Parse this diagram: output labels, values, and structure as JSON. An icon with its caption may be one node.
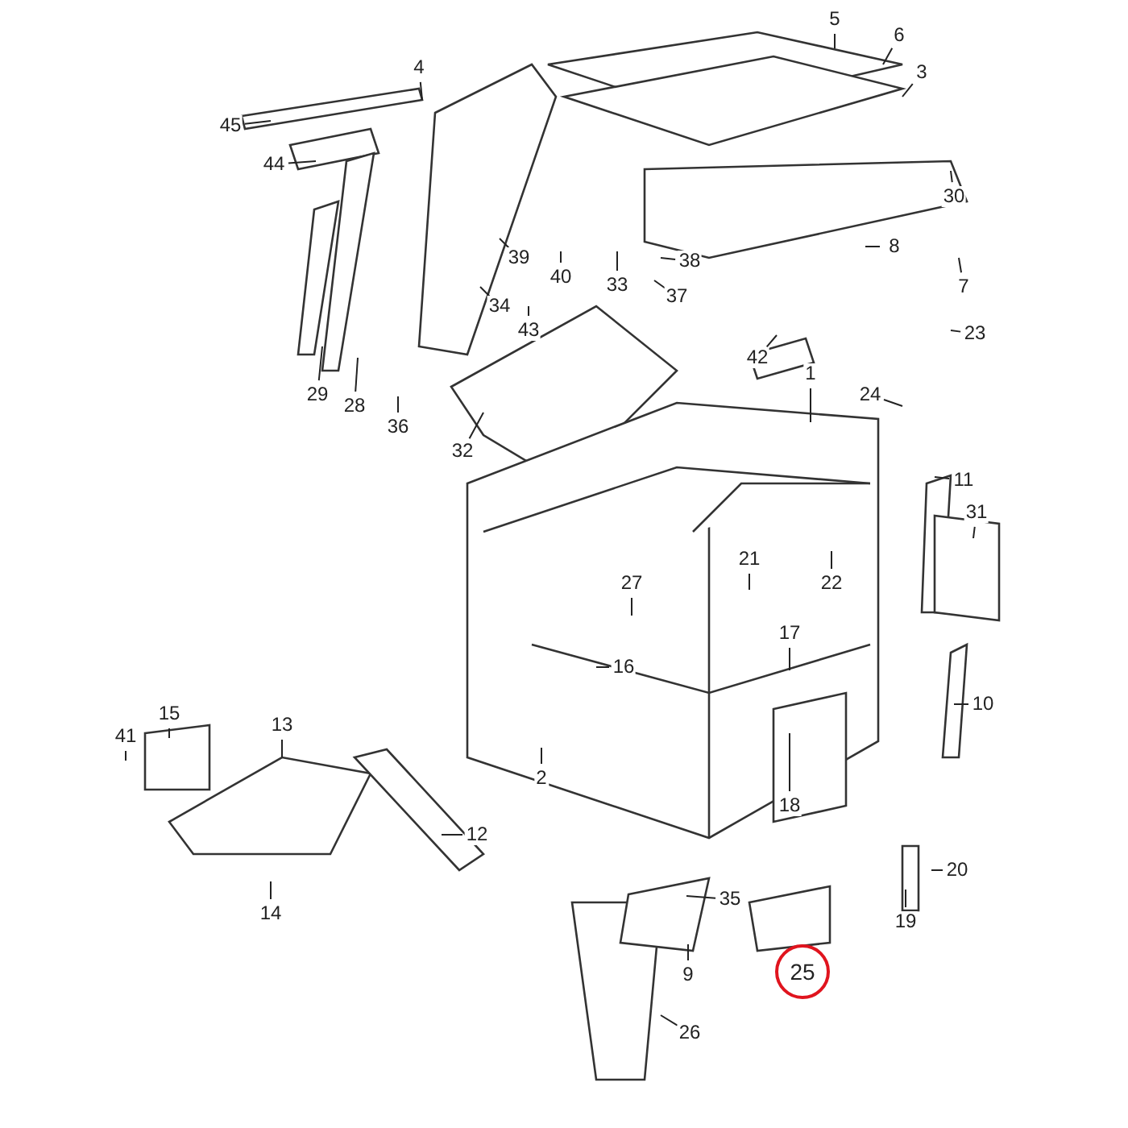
{
  "diagram": {
    "nodes": [
      {
        "text": [
          "5"
        ]
      },
      {
        "text": [
          "6"
        ]
      },
      {
        "text": [
          "3"
        ]
      },
      {
        "text": [
          "4"
        ]
      },
      {
        "text": [
          "45"
        ]
      },
      {
        "text": [
          "44"
        ]
      },
      {
        "text": [
          "30"
        ]
      },
      {
        "text": [
          "8"
        ]
      },
      {
        "text": [
          "39"
        ]
      },
      {
        "text": [
          "38"
        ]
      },
      {
        "text": [
          "40"
        ]
      },
      {
        "text": [
          "33"
        ]
      },
      {
        "text": [
          "37"
        ]
      },
      {
        "text": [
          "7"
        ]
      },
      {
        "text": [
          "34"
        ]
      },
      {
        "text": [
          "43"
        ]
      },
      {
        "text": [
          "42"
        ]
      },
      {
        "text": [
          "23"
        ]
      },
      {
        "text": [
          "29"
        ]
      },
      {
        "text": [
          "28"
        ]
      },
      {
        "text": [
          "36"
        ]
      },
      {
        "text": [
          "32"
        ]
      },
      {
        "text": [
          "1"
        ]
      },
      {
        "text": [
          "24"
        ]
      },
      {
        "text": [
          "11"
        ]
      },
      {
        "text": [
          "31"
        ]
      },
      {
        "text": [
          "21"
        ]
      },
      {
        "text": [
          "22"
        ]
      },
      {
        "text": [
          "27"
        ]
      },
      {
        "text": [
          "16"
        ]
      },
      {
        "text": [
          "17"
        ]
      },
      {
        "text": [
          "10"
        ]
      },
      {
        "text": [
          "15"
        ]
      },
      {
        "text": [
          "13"
        ]
      },
      {
        "text": [
          "41"
        ]
      },
      {
        "text": [
          "2"
        ]
      },
      {
        "text": [
          "18"
        ]
      },
      {
        "text": [
          "12"
        ]
      },
      {
        "text": [
          "35"
        ]
      },
      {
        "text": [
          "20"
        ]
      },
      {
        "text": [
          "19"
        ]
      },
      {
        "text": [
          "14"
        ]
      },
      {
        "text": [
          "9"
        ]
      },
      {
        "text": [
          "25"
        ]
      },
      {
        "text": [
          "26"
        ]
      }
    ],
    "edges": [
      {
        "from": 0,
        "to": null,
        "arrow": "none"
      },
      {
        "from": 1,
        "to": null,
        "arrow": "none"
      },
      {
        "from": 2,
        "to": null,
        "arrow": "none"
      },
      {
        "from": 3,
        "to": null,
        "arrow": "none"
      },
      {
        "from": 4,
        "to": null,
        "arrow": "none"
      },
      {
        "from": 5,
        "to": null,
        "arrow": "none"
      },
      {
        "from": 6,
        "to": null,
        "arrow": "none"
      },
      {
        "from": 7,
        "to": null,
        "arrow": "none"
      },
      {
        "from": 8,
        "to": null,
        "arrow": "none"
      },
      {
        "from": 9,
        "to": null,
        "arrow": "none"
      },
      {
        "from": 10,
        "to": null,
        "arrow": "none"
      },
      {
        "from": 11,
        "to": null,
        "arrow": "none"
      },
      {
        "from": 12,
        "to": null,
        "arrow": "none"
      },
      {
        "from": 13,
        "to": null,
        "arrow": "none"
      },
      {
        "from": 14,
        "to": null,
        "arrow": "none"
      },
      {
        "from": 15,
        "to": null,
        "arrow": "none"
      },
      {
        "from": 16,
        "to": null,
        "arrow": "none"
      },
      {
        "from": 17,
        "to": null,
        "arrow": "none"
      },
      {
        "from": 18,
        "to": null,
        "arrow": "none"
      },
      {
        "from": 19,
        "to": null,
        "arrow": "none"
      },
      {
        "from": 20,
        "to": null,
        "arrow": "none"
      },
      {
        "from": 21,
        "to": null,
        "arrow": "none"
      },
      {
        "from": 22,
        "to": null,
        "arrow": "none"
      },
      {
        "from": 23,
        "to": null,
        "arrow": "none"
      },
      {
        "from": 24,
        "to": null,
        "arrow": "none"
      },
      {
        "from": 25,
        "to": null,
        "arrow": "none"
      },
      {
        "from": 26,
        "to": null,
        "arrow": "none"
      },
      {
        "from": 27,
        "to": null,
        "arrow": "none"
      },
      {
        "from": 28,
        "to": null,
        "arrow": "none"
      },
      {
        "from": 29,
        "to": null,
        "arrow": "none"
      },
      {
        "from": 30,
        "to": null,
        "arrow": "none"
      },
      {
        "from": 31,
        "to": null,
        "arrow": "none"
      },
      {
        "from": 32,
        "to": null,
        "arrow": "none"
      },
      {
        "from": 33,
        "to": null,
        "arrow": "none"
      },
      {
        "from": 34,
        "to": null,
        "arrow": "none"
      },
      {
        "from": 35,
        "to": null,
        "arrow": "none"
      },
      {
        "from": 36,
        "to": null,
        "arrow": "none"
      },
      {
        "from": 37,
        "to": null,
        "arrow": "none"
      },
      {
        "from": 38,
        "to": null,
        "arrow": "none"
      },
      {
        "from": 39,
        "to": null,
        "arrow": "none"
      },
      {
        "from": 40,
        "to": null,
        "arrow": "none"
      },
      {
        "from": 41,
        "to": null,
        "arrow": "none"
      },
      {
        "from": 42,
        "to": null,
        "arrow": "none"
      },
      {
        "from": 44,
        "to": null,
        "arrow": "none"
      }
    ]
  }
}
